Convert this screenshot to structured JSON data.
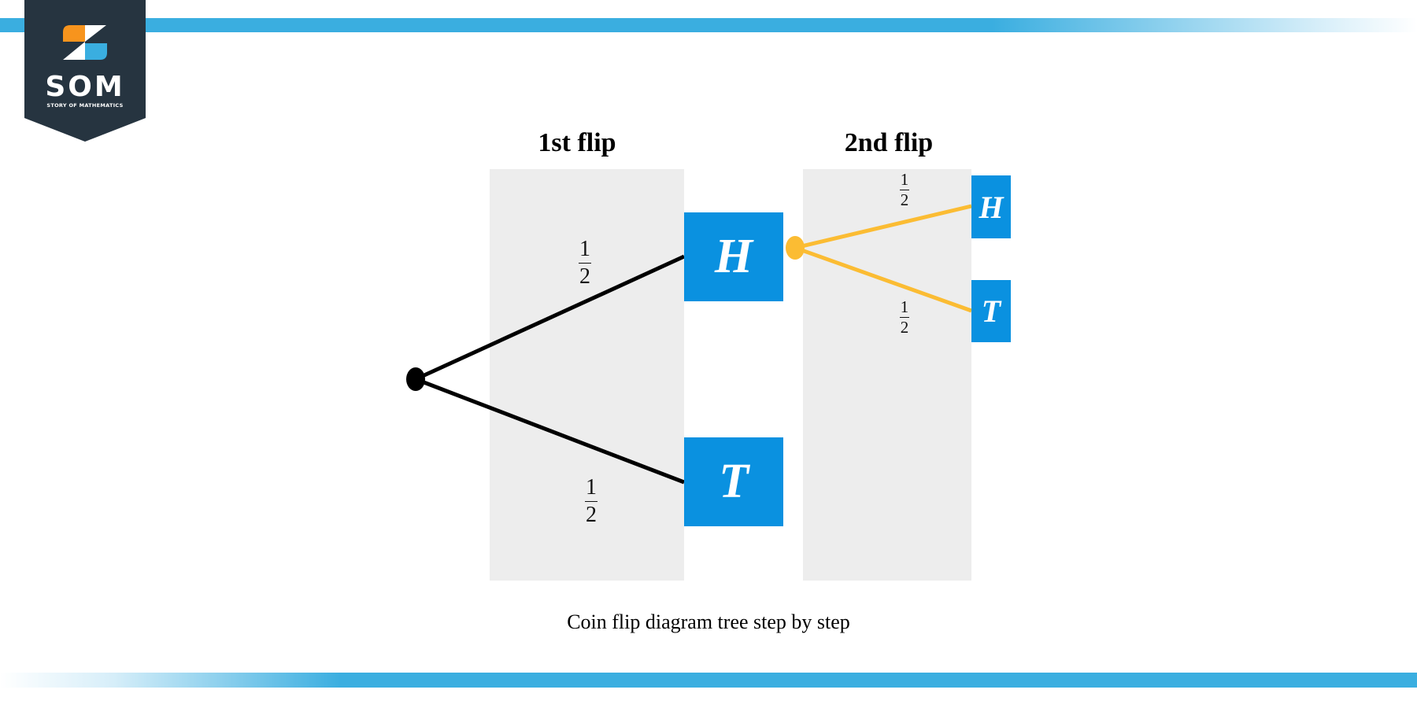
{
  "logo": {
    "name": "SOM",
    "tagline": "STORY OF MATHEMATICS"
  },
  "columns": {
    "first": {
      "heading": "1st flip"
    },
    "second": {
      "heading": "2nd flip"
    }
  },
  "first_flip": {
    "heads": {
      "label": "H",
      "probability": {
        "numerator": "1",
        "denominator": "2"
      }
    },
    "tails": {
      "label": "T",
      "probability": {
        "numerator": "1",
        "denominator": "2"
      }
    }
  },
  "second_flip": {
    "heads": {
      "label": "H",
      "probability": {
        "numerator": "1",
        "denominator": "2"
      }
    },
    "tails": {
      "label": "T",
      "probability": {
        "numerator": "1",
        "denominator": "2"
      }
    }
  },
  "caption": "Coin flip diagram tree step by step",
  "colors": {
    "brand_blue": "#3aaee0",
    "node_blue": "#0a91e0",
    "highlight_branch": "#fbbc33",
    "logo_dark": "#263440",
    "logo_orange": "#f7941d",
    "column_gray": "#ededed"
  }
}
